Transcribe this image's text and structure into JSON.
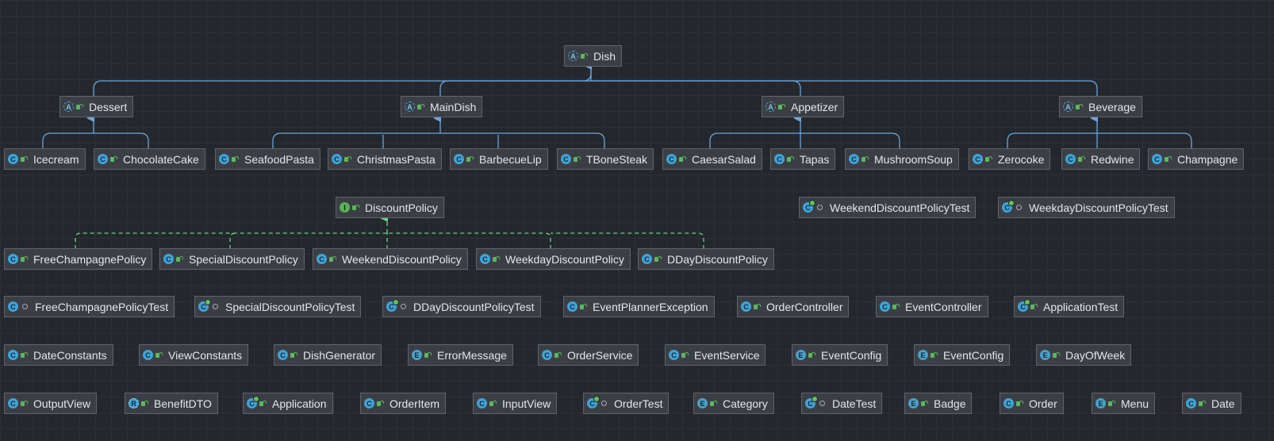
{
  "colors": {
    "background": "#24272c",
    "node_fill": "#3b3f45",
    "node_border": "#5f646b",
    "extends_edge": "#6aa6e0",
    "implements_edge": "#6ed08a"
  },
  "nodes": {
    "dish": {
      "label": "Dish",
      "icon": "abstract-class-icon"
    },
    "dessert": {
      "label": "Dessert",
      "icon": "abstract-class-icon"
    },
    "maindish": {
      "label": "MainDish",
      "icon": "abstract-class-icon"
    },
    "appetizer": {
      "label": "Appetizer",
      "icon": "abstract-class-icon"
    },
    "beverage": {
      "label": "Beverage",
      "icon": "abstract-class-icon"
    },
    "icecream": {
      "label": "Icecream",
      "icon": "class-icon"
    },
    "chocolatecake": {
      "label": "ChocolateCake",
      "icon": "class-icon"
    },
    "seafoodpasta": {
      "label": "SeafoodPasta",
      "icon": "class-icon"
    },
    "christmaspasta": {
      "label": "ChristmasPasta",
      "icon": "class-icon"
    },
    "barbecuelip": {
      "label": "BarbecueLip",
      "icon": "class-icon"
    },
    "tbonesteak": {
      "label": "TBoneSteak",
      "icon": "class-icon"
    },
    "caesarsalad": {
      "label": "CaesarSalad",
      "icon": "class-icon"
    },
    "tapas": {
      "label": "Tapas",
      "icon": "class-icon"
    },
    "mushroomsoup": {
      "label": "MushroomSoup",
      "icon": "class-icon"
    },
    "zerocoke": {
      "label": "Zerocoke",
      "icon": "class-icon"
    },
    "redwine": {
      "label": "Redwine",
      "icon": "class-icon"
    },
    "champagne": {
      "label": "Champagne",
      "icon": "class-icon"
    },
    "discountpolicy": {
      "label": "DiscountPolicy",
      "icon": "interface-icon"
    },
    "weekenddiscountpolicytest": {
      "label": "WeekendDiscountPolicyTest",
      "icon": "test-class-icon"
    },
    "weekdaydiscountpolicytest": {
      "label": "WeekdayDiscountPolicyTest",
      "icon": "test-class-icon"
    },
    "freechampagnepolicy": {
      "label": "FreeChampagnePolicy",
      "icon": "class-icon"
    },
    "specialdiscountpolicy": {
      "label": "SpecialDiscountPolicy",
      "icon": "class-icon"
    },
    "weekenddiscountpolicy": {
      "label": "WeekendDiscountPolicy",
      "icon": "class-icon"
    },
    "weekdaydiscountpolicy": {
      "label": "WeekdayDiscountPolicy",
      "icon": "class-icon"
    },
    "ddaydiscountpolicy": {
      "label": "DDayDiscountPolicy",
      "icon": "class-icon"
    },
    "freechampagnepolicytest": {
      "label": "FreeChampagnePolicyTest",
      "icon": "class-icon"
    },
    "specialdiscountpolicytest": {
      "label": "SpecialDiscountPolicyTest",
      "icon": "test-class-icon"
    },
    "ddaydiscountpolicytest": {
      "label": "DDayDiscountPolicyTest",
      "icon": "test-class-icon"
    },
    "eventplannerexception": {
      "label": "EventPlannerException",
      "icon": "class-icon"
    },
    "ordercontroller": {
      "label": "OrderController",
      "icon": "class-icon"
    },
    "eventcontroller": {
      "label": "EventController",
      "icon": "class-icon"
    },
    "applicationtest": {
      "label": "ApplicationTest",
      "icon": "test-class-icon"
    },
    "dateconstants": {
      "label": "DateConstants",
      "icon": "class-icon"
    },
    "viewconstants": {
      "label": "ViewConstants",
      "icon": "class-icon"
    },
    "dishgenerator": {
      "label": "DishGenerator",
      "icon": "class-icon"
    },
    "errormessage": {
      "label": "ErrorMessage",
      "icon": "enum-icon"
    },
    "orderservice": {
      "label": "OrderService",
      "icon": "class-icon"
    },
    "eventservice": {
      "label": "EventService",
      "icon": "class-icon"
    },
    "eventconfig1": {
      "label": "EventConfig",
      "icon": "enum-icon"
    },
    "eventconfig2": {
      "label": "EventConfig",
      "icon": "enum-icon"
    },
    "dayofweek": {
      "label": "DayOfWeek",
      "icon": "enum-icon"
    },
    "outputview": {
      "label": "OutputView",
      "icon": "class-icon"
    },
    "benefitdto": {
      "label": "BenefitDTO",
      "icon": "record-icon"
    },
    "application": {
      "label": "Application",
      "icon": "test-class-icon"
    },
    "orderitem": {
      "label": "OrderItem",
      "icon": "class-icon"
    },
    "inputview": {
      "label": "InputView",
      "icon": "class-icon"
    },
    "ordertest": {
      "label": "OrderTest",
      "icon": "test-class-icon"
    },
    "category": {
      "label": "Category",
      "icon": "enum-icon"
    },
    "datetest": {
      "label": "DateTest",
      "icon": "test-class-icon"
    },
    "badge": {
      "label": "Badge",
      "icon": "enum-icon"
    },
    "order": {
      "label": "Order",
      "icon": "class-icon"
    },
    "menu": {
      "label": "Menu",
      "icon": "enum-icon"
    },
    "date": {
      "label": "Date",
      "icon": "class-icon"
    }
  },
  "edges": {
    "extends": [
      {
        "from": "dessert",
        "to": "dish"
      },
      {
        "from": "maindish",
        "to": "dish"
      },
      {
        "from": "appetizer",
        "to": "dish"
      },
      {
        "from": "beverage",
        "to": "dish"
      },
      {
        "from": "icecream",
        "to": "dessert"
      },
      {
        "from": "chocolatecake",
        "to": "dessert"
      },
      {
        "from": "seafoodpasta",
        "to": "maindish"
      },
      {
        "from": "christmaspasta",
        "to": "maindish"
      },
      {
        "from": "barbecuelip",
        "to": "maindish"
      },
      {
        "from": "tbonesteak",
        "to": "maindish"
      },
      {
        "from": "caesarsalad",
        "to": "appetizer"
      },
      {
        "from": "tapas",
        "to": "appetizer"
      },
      {
        "from": "mushroomsoup",
        "to": "appetizer"
      },
      {
        "from": "zerocoke",
        "to": "beverage"
      },
      {
        "from": "redwine",
        "to": "beverage"
      },
      {
        "from": "champagne",
        "to": "beverage"
      }
    ],
    "implements": [
      {
        "from": "freechampagnepolicy",
        "to": "discountpolicy"
      },
      {
        "from": "specialdiscountpolicy",
        "to": "discountpolicy"
      },
      {
        "from": "weekenddiscountpolicy",
        "to": "discountpolicy"
      },
      {
        "from": "weekdaydiscountpolicy",
        "to": "discountpolicy"
      },
      {
        "from": "ddaydiscountpolicy",
        "to": "discountpolicy"
      }
    ]
  }
}
